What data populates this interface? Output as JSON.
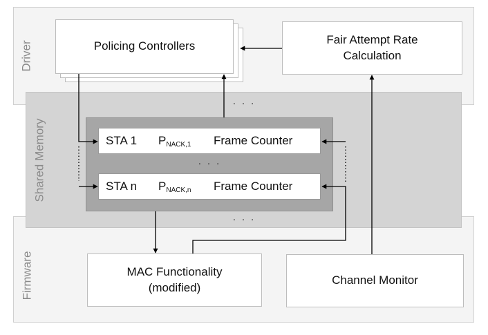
{
  "layers": {
    "driver": "Driver",
    "shared_memory": "Shared Memory",
    "firmware": "Firmware"
  },
  "boxes": {
    "policing_controllers": "Policing Controllers",
    "fair_attempt_rate": [
      "Fair Attempt Rate",
      "Calculation"
    ],
    "mac_functionality": [
      "MAC Functionality",
      "(modified)"
    ],
    "channel_monitor": "Channel Monitor"
  },
  "table": {
    "rows": [
      {
        "sta": "STA 1",
        "p": "P",
        "p_sub": "NACK,1",
        "counter": "Frame Counter"
      },
      {
        "sta": "STA n",
        "p": "P",
        "p_sub": "NACK,n",
        "counter": "Frame Counter"
      }
    ],
    "ellipsis": "· · ·"
  },
  "ellipsis": "· · ·"
}
